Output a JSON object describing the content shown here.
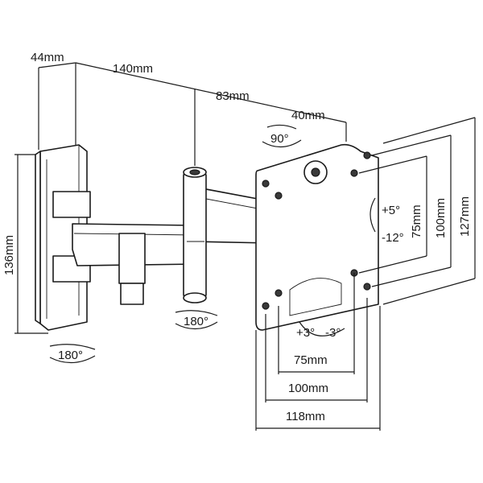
{
  "dimensions": {
    "wall_depth": "44mm",
    "arm1": "140mm",
    "arm2": "83mm",
    "head": "40mm",
    "wall_height": "136mm",
    "vesa_h_inner": "75mm",
    "vesa_h_outer": "100mm",
    "plate_width": "118mm",
    "vesa_v_inner": "75mm",
    "vesa_v_outer": "100mm",
    "plate_height": "127mm"
  },
  "angles": {
    "swivel_head": "90°",
    "swivel_arm": "180°",
    "swivel_wall": "180°",
    "tilt_up": "+5°",
    "tilt_down": "-12°",
    "rotate_pos": "+3°",
    "rotate_neg": "-3°"
  }
}
